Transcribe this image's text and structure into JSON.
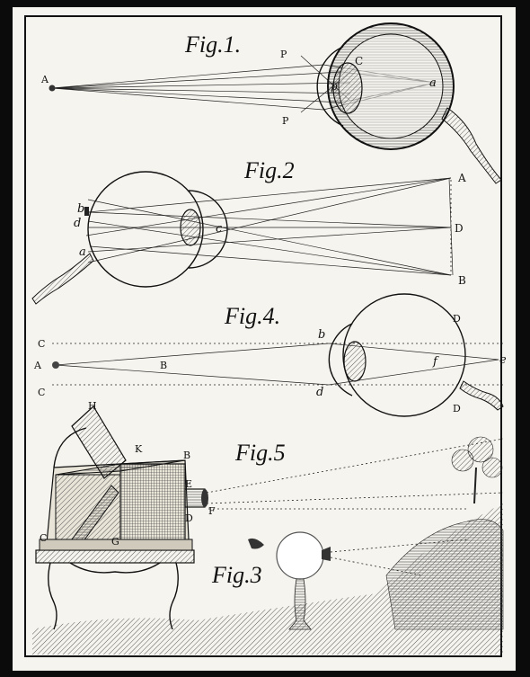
{
  "figures": {
    "fig1": {
      "title": "Fig.1.",
      "labels": {
        "A": "A",
        "P_top": "P",
        "P_bottom": "P",
        "C": "C",
        "p": "p",
        "a": "a"
      }
    },
    "fig2": {
      "title": "Fig.2",
      "labels": {
        "A": "A",
        "D": "D",
        "B": "B",
        "b": "b",
        "d": "d",
        "a": "a",
        "c": "c"
      }
    },
    "fig4": {
      "title": "Fig.4.",
      "labels": {
        "C_top": "C",
        "A": "A",
        "B": "B",
        "C_bottom": "C",
        "b": "b",
        "d": "d",
        "f": "f",
        "e": "e",
        "D_top": "D",
        "D_bottom": "D"
      }
    },
    "fig5": {
      "title": "Fig.5",
      "labels": {
        "H": "H",
        "K": "K",
        "B": "B",
        "E": "E",
        "F": "F",
        "D": "D",
        "C": "C",
        "G": "G"
      }
    },
    "fig3": {
      "title": "Fig.3"
    }
  },
  "colors": {
    "paper": "#f6f4ee",
    "ink": "#111111",
    "border": "#0b0b0b"
  }
}
